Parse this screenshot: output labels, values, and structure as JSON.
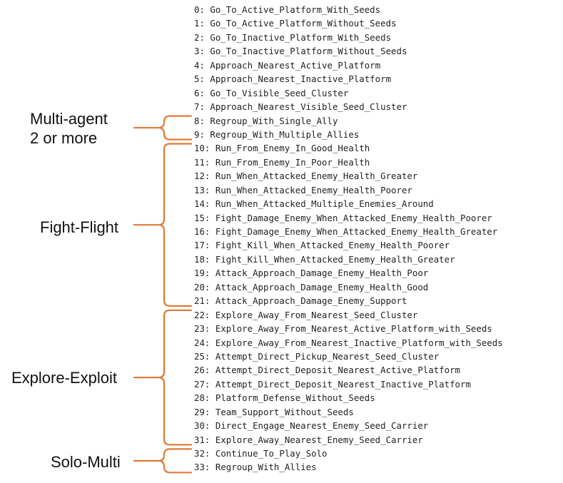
{
  "behaviors": [
    {
      "index": "0:",
      "name": "Go_To_Active_Platform_With_Seeds"
    },
    {
      "index": "1:",
      "name": "Go_To_Active_Platform_Without_Seeds"
    },
    {
      "index": "2:",
      "name": "Go_To_Inactive_Platform_With_Seeds"
    },
    {
      "index": "3:",
      "name": "Go_To_Inactive_Platform_Without_Seeds"
    },
    {
      "index": "4:",
      "name": "Approach_Nearest_Active_Platform"
    },
    {
      "index": "5:",
      "name": "Approach_Nearest_Inactive_Platform"
    },
    {
      "index": "6:",
      "name": "Go_To_Visible_Seed_Cluster"
    },
    {
      "index": "7:",
      "name": "Approach_Nearest_Visible_Seed_Cluster"
    },
    {
      "index": "8:",
      "name": "Regroup_With_Single_Ally"
    },
    {
      "index": "9:",
      "name": "Regroup_With_Multiple_Allies"
    },
    {
      "index": "10:",
      "name": "Run_From_Enemy_In_Good_Health"
    },
    {
      "index": "11:",
      "name": "Run_From_Enemy_In_Poor_Health"
    },
    {
      "index": "12:",
      "name": "Run_When_Attacked_Enemy_Health_Greater"
    },
    {
      "index": "13:",
      "name": "Run_When_Attacked_Enemy_Health_Poorer"
    },
    {
      "index": "14:",
      "name": "Run_When_Attacked_Multiple_Enemies_Around"
    },
    {
      "index": "15:",
      "name": "Fight_Damage_Enemy_When_Attacked_Enemy_Health_Poorer"
    },
    {
      "index": "16:",
      "name": "Fight_Damage_Enemy_When_Attacked_Enemy_Health_Greater"
    },
    {
      "index": "17:",
      "name": "Fight_Kill_When_Attacked_Enemy_Health_Poorer"
    },
    {
      "index": "18:",
      "name": "Fight_Kill_When_Attacked_Enemy_Health_Greater"
    },
    {
      "index": "19:",
      "name": "Attack_Approach_Damage_Enemy_Health_Poor"
    },
    {
      "index": "20:",
      "name": "Attack_Approach_Damage_Enemy_Health_Good"
    },
    {
      "index": "21:",
      "name": "Attack_Approach_Damage_Enemy_Support"
    },
    {
      "index": "22:",
      "name": "Explore_Away_From_Nearest_Seed_Cluster"
    },
    {
      "index": "23:",
      "name": "Explore_Away_From_Nearest_Active_Platform_with_Seeds"
    },
    {
      "index": "24:",
      "name": "Explore_Away_From_Nearest_Inactive_Platform_with_Seeds"
    },
    {
      "index": "25:",
      "name": "Attempt_Direct_Pickup_Nearest_Seed_Cluster"
    },
    {
      "index": "26:",
      "name": "Attempt_Direct_Deposit_Nearest_Active_Platform"
    },
    {
      "index": "27:",
      "name": "Attempt_Direct_Deposit_Nearest_Inactive_Platform"
    },
    {
      "index": "28:",
      "name": "Platform_Defense_Without_Seeds"
    },
    {
      "index": "29:",
      "name": "Team_Support_Without_Seeds"
    },
    {
      "index": "30:",
      "name": "Direct_Engage_Nearest_Enemy_Seed_Carrier"
    },
    {
      "index": "31:",
      "name": "Explore_Away_Nearest_Enemy_Seed_Carrier"
    },
    {
      "index": "32:",
      "name": "Continue_To_Play_Solo"
    },
    {
      "index": "33:",
      "name": "Regroup_With_Allies"
    }
  ],
  "groups": [
    {
      "id": "multi-agent",
      "lines": [
        "Multi-agent",
        "2 or more"
      ],
      "first_index": 8,
      "last_index": 9
    },
    {
      "id": "fight-flight",
      "lines": [
        "Fight-Flight"
      ],
      "first_index": 10,
      "last_index": 21
    },
    {
      "id": "explore-exploit",
      "lines": [
        "Explore-Exploit"
      ],
      "first_index": 22,
      "last_index": 31
    },
    {
      "id": "solo-multi",
      "lines": [
        "Solo-Multi"
      ],
      "first_index": 32,
      "last_index": 33
    }
  ],
  "colors": {
    "bracket": "#e07b39",
    "text": "#222222"
  }
}
